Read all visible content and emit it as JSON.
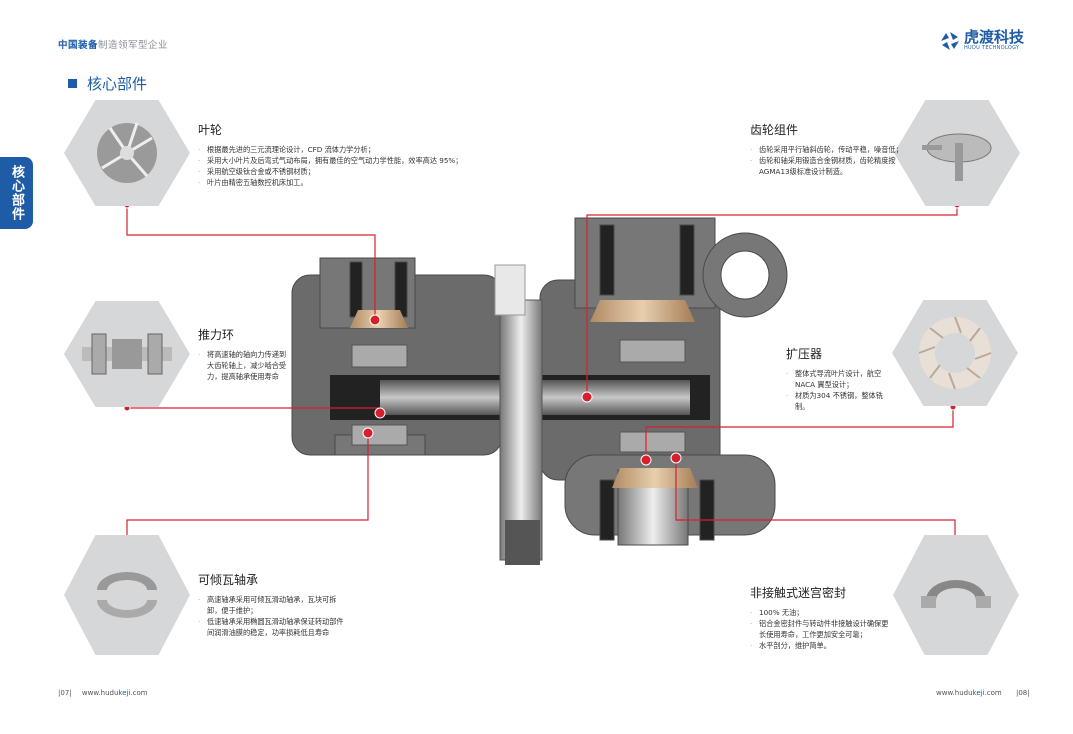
{
  "header": {
    "tagline_bold": "中国装备",
    "tagline_rest": "制造领军型企业",
    "section_title": "核心部件",
    "side_tab": "核心部件",
    "logo_cn": "虎渡科技",
    "logo_en": "HUDU TECHNOLOGY"
  },
  "components": [
    {
      "title": "叶轮",
      "items": [
        "根据最先进的三元流理论设计，CFD 流体力学分析；",
        "采用大小叶片及后弯式气动布局，拥有最佳的空气动力学性能，效率高达 95%；",
        "采用航空级钛合金或不锈钢材质；",
        "叶片由精密五轴数控机床加工。"
      ]
    },
    {
      "title": "推力环",
      "items": [
        "将高速轴的轴向力传递到大齿轮轴上，减少啮合受力，提高轴承使用寿命"
      ]
    },
    {
      "title": "可倾瓦轴承",
      "items": [
        "高速轴承采用可倾瓦滑动轴承，瓦块可拆卸，便于维护；",
        "低速轴承采用椭圆瓦滑动轴承保证转动部件间润滑油膜的稳定，功率损耗低且寿命"
      ]
    },
    {
      "title": "齿轮组件",
      "items": [
        "齿轮采用平行轴斜齿轮，传动平稳，噪音低；",
        "齿轮和轴采用锻造合金钢材质，齿轮精度按AGMA13级标准设计制造。"
      ]
    },
    {
      "title": "扩压器",
      "items": [
        "整体式导流叶片设计，航空NACA 翼型设计；",
        "材质为304 不锈钢，整体铣制。"
      ]
    },
    {
      "title": "非接触式迷宫密封",
      "items": [
        "100% 无油；",
        "铝合金密封件与转动件非接触设计确保更长使用寿命，工作更加安全可靠；",
        "水平剖分，维护简单。"
      ]
    }
  ],
  "footer": {
    "left_page": "07",
    "right_page": "08",
    "website_prefix": "www.hudu",
    "website_mid": "keji",
    "website_suffix": ".com"
  },
  "colors": {
    "brand": "#1f5ca8",
    "leader": "#d7202e",
    "hex": "#d6d7d9"
  }
}
